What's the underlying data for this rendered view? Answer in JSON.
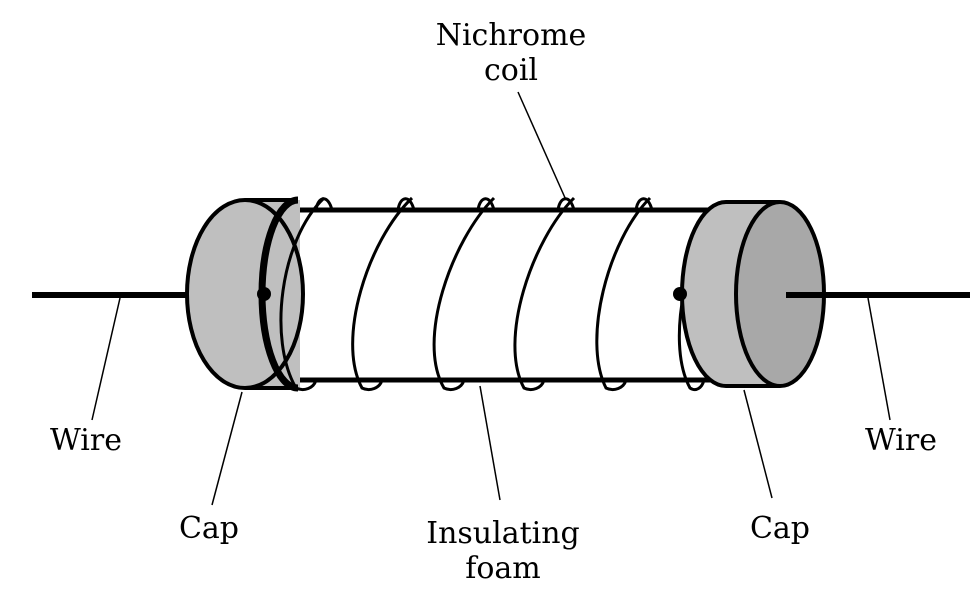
{
  "labels": {
    "nichrome_line1": "Nichrome",
    "nichrome_line2": "coil",
    "wire_left": "Wire",
    "wire_right": "Wire",
    "cap_left": "Cap",
    "cap_right": "Cap",
    "foam_line1": "Insulating",
    "foam_line2": "foam"
  },
  "colors": {
    "line": "#000000",
    "cap_side": "#bfbfbf",
    "cap_face": "#a8a8a8",
    "foam": "#ffffff",
    "background": "#ffffff"
  },
  "coil_turns": 6
}
